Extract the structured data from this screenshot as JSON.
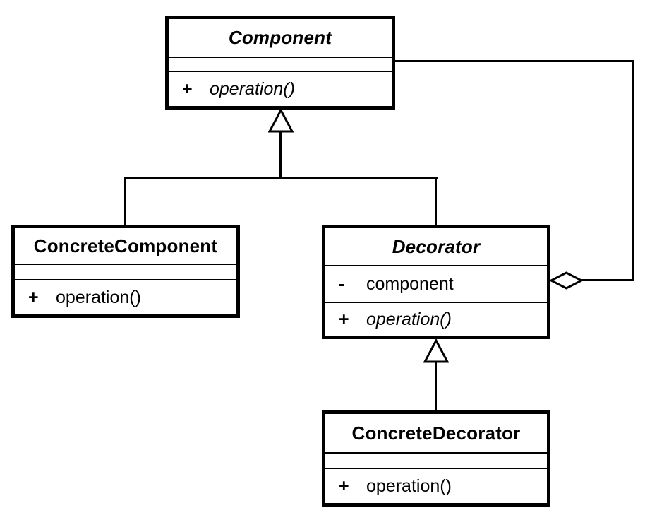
{
  "diagram": {
    "kind": "uml-class-diagram",
    "colors": {
      "line": "#000000",
      "box_fill": "#ffffff",
      "background": "#ffffff"
    },
    "classes": [
      {
        "id": "component",
        "name": "Component",
        "abstract": true,
        "attributes": [],
        "operations": [
          {
            "visibility": "+",
            "name": "operation()",
            "abstract": true
          }
        ]
      },
      {
        "id": "concrete-component",
        "name": "ConcreteComponent",
        "abstract": false,
        "attributes": [],
        "operations": [
          {
            "visibility": "+",
            "name": "operation()",
            "abstract": false
          }
        ]
      },
      {
        "id": "decorator",
        "name": "Decorator",
        "abstract": true,
        "attributes": [
          {
            "visibility": "-",
            "name": "component"
          }
        ],
        "operations": [
          {
            "visibility": "+",
            "name": "operation()",
            "abstract": true
          }
        ]
      },
      {
        "id": "concrete-decorator",
        "name": "ConcreteDecorator",
        "abstract": false,
        "attributes": [],
        "operations": [
          {
            "visibility": "+",
            "name": "operation()",
            "abstract": false
          }
        ]
      }
    ],
    "relationships": [
      {
        "type": "generalization",
        "from": "ConcreteComponent",
        "to": "Component"
      },
      {
        "type": "generalization",
        "from": "Decorator",
        "to": "Component"
      },
      {
        "type": "generalization",
        "from": "ConcreteDecorator",
        "to": "Decorator"
      },
      {
        "type": "aggregation",
        "owner": "Decorator",
        "part": "Component"
      }
    ]
  }
}
